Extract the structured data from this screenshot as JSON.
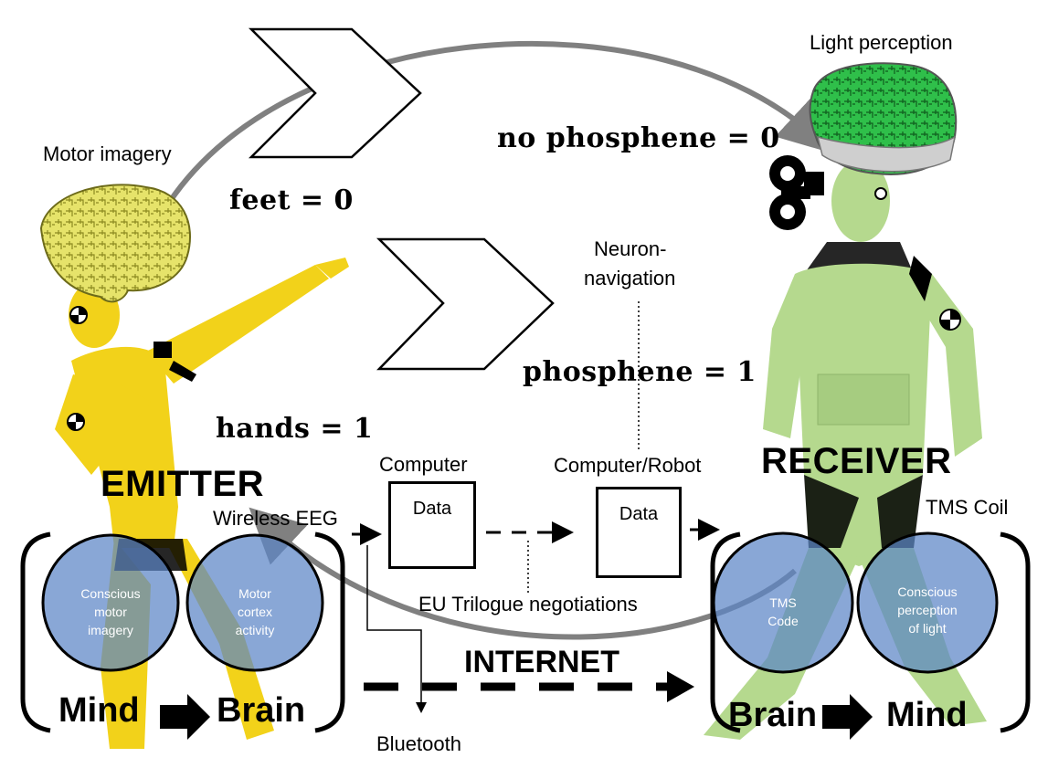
{
  "labels": {
    "motor_imagery": "Motor imagery",
    "light_perception": "Light perception",
    "neuron_navigation_1": "Neuron-",
    "neuron_navigation_2": "navigation",
    "wireless_eeg": "Wireless EEG",
    "computer": "Computer",
    "computer_robot": "Computer/Robot",
    "data_left": "Data",
    "data_right": "Data",
    "tms_coil": "TMS Coil",
    "eu_trilogue": "EU Trilogue negotiations",
    "bluetooth": "Bluetooth",
    "internet": "INTERNET"
  },
  "codes": {
    "feet": "feet = 0",
    "hands": "hands = 1",
    "no_phosphene": "no phosphene = 0",
    "phosphene": "phosphene = 1"
  },
  "roles": {
    "emitter": "EMITTER",
    "receiver": "RECEIVER"
  },
  "emitter_chain": {
    "circle1_line1": "Conscious",
    "circle1_line2": "motor",
    "circle1_line3": "imagery",
    "circle2_line1": "Motor",
    "circle2_line2": "cortex",
    "circle2_line3": "activity",
    "from": "Mind",
    "to": "Brain"
  },
  "receiver_chain": {
    "circle1_line1": "TMS",
    "circle1_line2": "Code",
    "circle2_line1": "Conscious",
    "circle2_line2": "perception",
    "circle2_line3": "of light",
    "from": "Brain",
    "to": "Mind"
  },
  "colors": {
    "emitter_suit": "#f2d21a",
    "receiver_suit": "#b5d98e",
    "circle_fill": "#5b85c6",
    "arc": "#808080"
  }
}
